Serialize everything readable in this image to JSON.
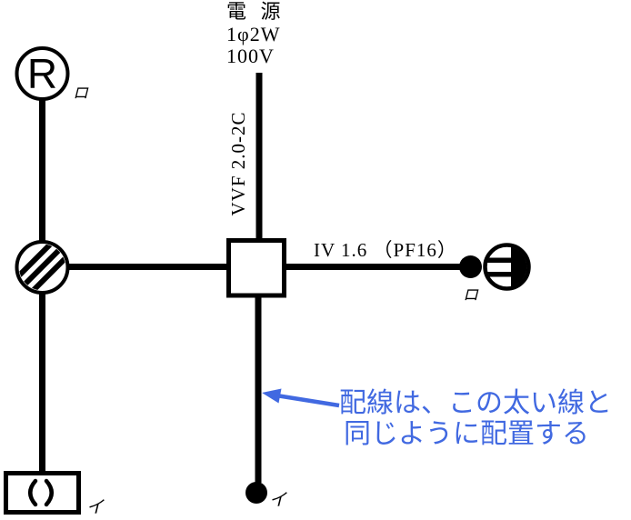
{
  "colors": {
    "wire": "#000000",
    "annotation_blue": "#4169e1",
    "background": "#ffffff"
  },
  "power_source": {
    "name_label": "電 源",
    "phase_label": "1φ2W",
    "voltage_label": "100V"
  },
  "cable_labels": {
    "feed_cable": "VVF 2.0-2C",
    "branch_cable": "IV 1.6 （PF16）"
  },
  "devices": {
    "lamp_receptacle": {
      "letter": "R",
      "circuit": "ロ",
      "icon": "circle-with-R"
    },
    "joint_box": {
      "icon": "hatched-circle"
    },
    "outlet_box": {
      "icon": "open-square"
    },
    "switch_ro": {
      "circuit": "ロ",
      "icon": "filled-dot"
    },
    "outlet": {
      "icon": "half-filled-striped-circle"
    },
    "switch_i": {
      "circuit": "イ",
      "icon": "filled-dot"
    },
    "hook_ceiling": {
      "circuit": "イ",
      "icon": "box-with-parentheses"
    }
  },
  "annotation": {
    "line1": "配線は、この太い線と",
    "line2": "同じように配置する"
  }
}
